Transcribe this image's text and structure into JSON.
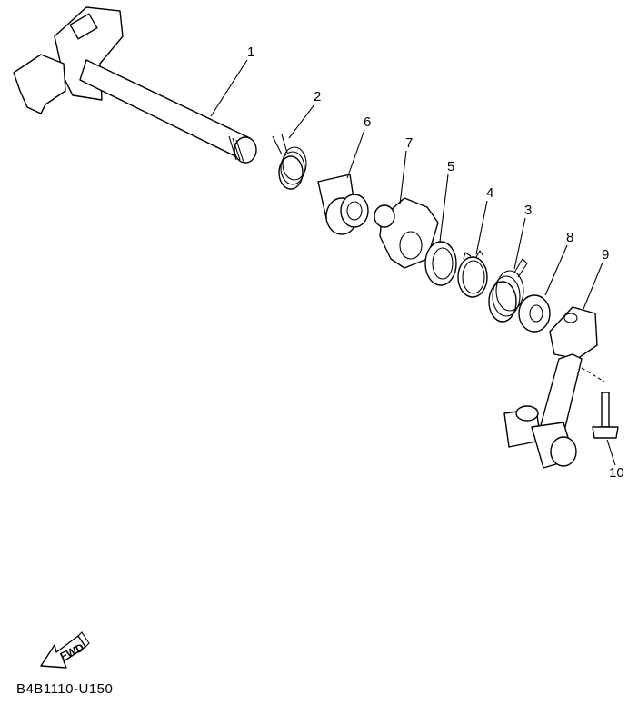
{
  "diagram": {
    "part_numbers": [
      "1",
      "2",
      "3",
      "4",
      "5",
      "6",
      "7",
      "8",
      "9",
      "10"
    ],
    "direction_label": "FWD",
    "drawing_code": "B4B1110-U150"
  }
}
